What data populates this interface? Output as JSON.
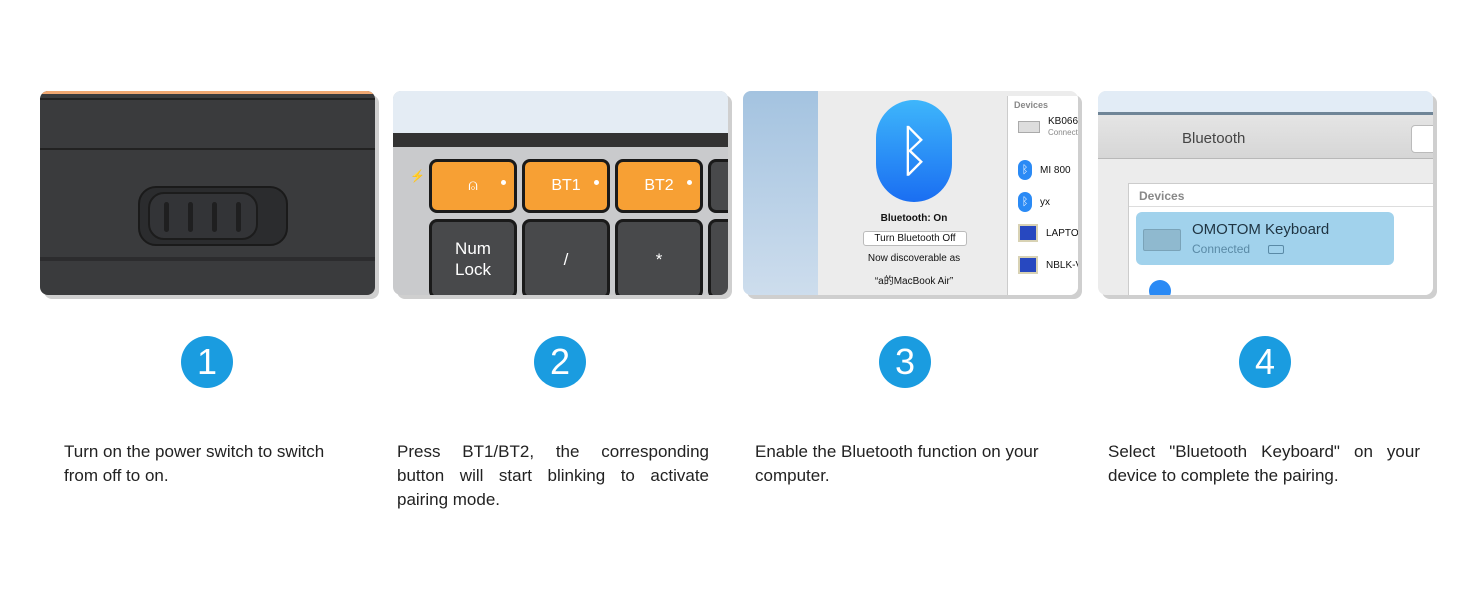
{
  "steps": [
    {
      "number": "1",
      "text": "Turn on the power switch to switch from off to on."
    },
    {
      "number": "2",
      "text": "Press BT1/BT2, the corresponding button will start blinking to activate pairing mode."
    },
    {
      "number": "3",
      "text": "Enable the Bluetooth function on your computer."
    },
    {
      "number": "4",
      "text": "Select \"Bluetooth Keyboard\" on your device to complete the pairing."
    }
  ],
  "keyboard": {
    "bt1": "BT1",
    "bt2": "BT2",
    "numlock": "Num Lock",
    "slash": "/",
    "star": "*"
  },
  "mac_bt": {
    "status": "Bluetooth: On",
    "button": "Turn Bluetooth Off",
    "discoverable": "Now discoverable as",
    "name": "“a的MacBook Air”",
    "devices_header": "Devices",
    "devices": [
      {
        "name": "KB066",
        "sub": "Connected"
      },
      {
        "name": "MI 800"
      },
      {
        "name": "yx"
      },
      {
        "name": "LAPTO"
      },
      {
        "name": "NBLK-V"
      }
    ]
  },
  "prefs": {
    "title": "Bluetooth",
    "devices_header": "Devices",
    "device": "OMOTOM Keyboard",
    "status": "Connected"
  },
  "colors": {
    "accent": "#1a9ce0",
    "orange": "#f7a034"
  }
}
